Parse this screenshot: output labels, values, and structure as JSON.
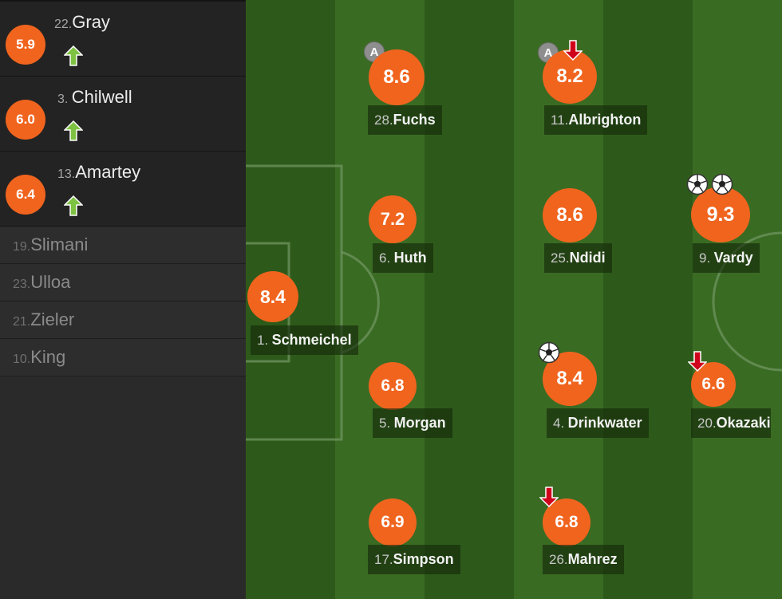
{
  "substitutes": [
    {
      "number": "22.",
      "name": "Gray",
      "rating": "5.9",
      "icon": "arrow-up-icon"
    },
    {
      "number": "3.",
      "name": "Chilwell",
      "rating": "6.0",
      "icon": "arrow-up-icon"
    },
    {
      "number": "13.",
      "name": "Amartey",
      "rating": "6.4",
      "icon": "arrow-up-icon"
    }
  ],
  "unused_subs": [
    {
      "number": "19.",
      "name": "Slimani"
    },
    {
      "number": "23.",
      "name": "Ulloa"
    },
    {
      "number": "21.",
      "name": "Zieler"
    },
    {
      "number": "10.",
      "name": "King"
    }
  ],
  "pitch": {
    "colors": {
      "stripe_dark": "#2d5a1a",
      "stripe_light": "#3a6b23",
      "rating_orange": "#f0641e",
      "arrow_up": "#7ec242",
      "arrow_down": "#d0021b"
    },
    "players": [
      {
        "number": "1.",
        "name": "Schmeichel",
        "rating": "8.4",
        "badges": []
      },
      {
        "number": "28.",
        "name": "Fuchs",
        "rating": "8.6",
        "badges": [
          "A"
        ]
      },
      {
        "number": "6.",
        "name": "Huth",
        "rating": "7.2",
        "badges": []
      },
      {
        "number": "5.",
        "name": "Morgan",
        "rating": "6.8",
        "badges": []
      },
      {
        "number": "17.",
        "name": "Simpson",
        "rating": "6.9",
        "badges": []
      },
      {
        "number": "11.",
        "name": "Albrighton",
        "rating": "8.2",
        "badges": [
          "A",
          "arrow-down-icon"
        ]
      },
      {
        "number": "25.",
        "name": "Ndidi",
        "rating": "8.6",
        "badges": []
      },
      {
        "number": "4.",
        "name": "Drinkwater",
        "rating": "8.4",
        "badges": [
          "soccer-ball-icon"
        ]
      },
      {
        "number": "26.",
        "name": "Mahrez",
        "rating": "6.8",
        "badges": [
          "arrow-down-icon"
        ]
      },
      {
        "number": "9.",
        "name": "Vardy",
        "rating": "9.3",
        "badges": [
          "soccer-ball-icon",
          "soccer-ball-icon"
        ]
      },
      {
        "number": "20.",
        "name": "Okazaki",
        "rating": "6.6",
        "badges": [
          "arrow-down-icon"
        ]
      }
    ],
    "captain_badge_text": "A"
  }
}
